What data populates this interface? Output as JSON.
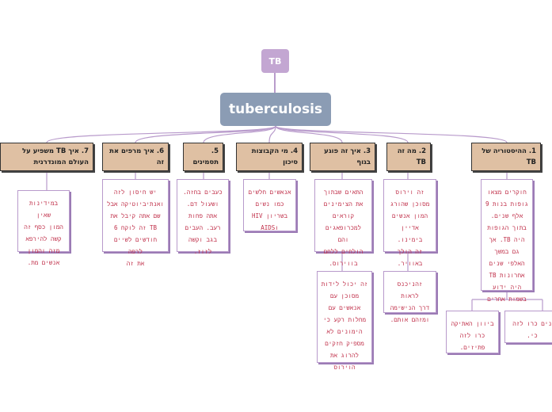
{
  "badge": "TB",
  "root": "tuberculosis",
  "topics": [
    {
      "label": "1. ההיסטוריה של TB"
    },
    {
      "label": "2. מה זה TB"
    },
    {
      "label": "3. איך זה פוגע בגוף"
    },
    {
      "label": "4. מי הקבוצות סיכון"
    },
    {
      "label": "5. תסמינים"
    },
    {
      "label": "6. איך מרפים את זה"
    },
    {
      "label": "7. איך TB משפיע על העולם המונדרנית"
    }
  ],
  "notes": {
    "c1": "חוקרים מצאו\nגופות בנות 9\nאלף שנים.\nבתוך הגופות\nהיה TB.  אך\nגם במשך\nהאלפי שנים\nאחרונות TB\nהיה ידוע\nבשמות אחרים",
    "c1a": "ביוון האתיקה\nכרו לזה\nפתיזים.",
    "c1b": "נים כרו לזה\nכי.",
    "c2": "זה וירוס\nמסוכן שהורג\nהמון אנשים\nאדיין בימינו.\nזה הולך\nבאוויר.",
    "c2b": "זהניכנס לראות\nדרך הנישימה\nומזהם אותם.",
    "c3": "התאים שבתוך\nאת הצימינים\nקוראים\nלמכרופאגים והם\nהולחים ללחם\nבווירוס.",
    "c3b": "זה יכול לידות\nמסוכן עם\nאנאשים עם\nמחלות רקע כי\nהימונים לא\nמספיק חזקים\nלהרוג את\nהוירוס",
    "c4": "אנאשים חלשים\nכמו נשים\nבשריון HIV\nוAIDS",
    "c5": "כעבים בחזה.\nושעול דם.\nאתה פחות\nרעב. העבים\nבגב וקשה\nלזוז.",
    "c6": "יש חיסון לזה\nואנתיביוטיקה אבל\nשם אתה קיבל את\nTB זה לוקח 6\nחודשים לשיים לרפה\nאת זה",
    "c7": "במידינות שאין\nהמון כסף זה\nקשה להירפא\nמזה והמון\nאנשים מת."
  },
  "colors": {
    "badge": "#c3a6d2",
    "root": "#8b9cb4",
    "topic": "#dfc0a3",
    "note_text": "#c0304a",
    "line": "#b89acb"
  }
}
